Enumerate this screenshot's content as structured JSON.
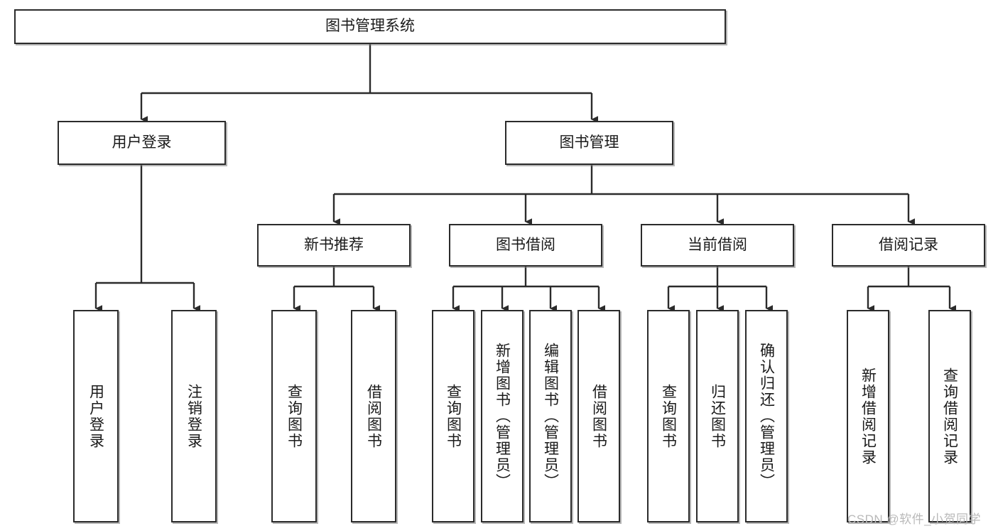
{
  "diagram": {
    "title_node": {
      "label": "图书管理系统"
    },
    "level2": [
      {
        "label": "用户登录"
      },
      {
        "label": "图书管理"
      }
    ],
    "level3": [
      {
        "label": "新书推荐"
      },
      {
        "label": "图书借阅"
      },
      {
        "label": "当前借阅"
      },
      {
        "label": "借阅记录"
      }
    ],
    "leaves": {
      "user_login": [
        {
          "label": "用户登录"
        },
        {
          "label": "注销登录"
        }
      ],
      "new_book_recommend": [
        {
          "label": "查询图书"
        },
        {
          "label": "借阅图书"
        }
      ],
      "book_borrow": [
        {
          "label": "查询图书"
        },
        {
          "label": "新增图书（管理员）"
        },
        {
          "label": "编辑图书（管理员）"
        },
        {
          "label": "借阅图书"
        }
      ],
      "current_borrow": [
        {
          "label": "查询图书"
        },
        {
          "label": "归还图书"
        },
        {
          "label": "确认归还（管理员）"
        }
      ],
      "borrow_record": [
        {
          "label": "新增借阅记录"
        },
        {
          "label": "查询借阅记录"
        }
      ]
    },
    "watermark": {
      "text": "CSDN @软件_小贺同学"
    },
    "colors": {
      "node_border": "#2b2b2b",
      "node_fill": "#ffffff",
      "edge": "#2b2b2b",
      "text": "#1a1a1a",
      "watermark": "#b9b9b9"
    }
  }
}
